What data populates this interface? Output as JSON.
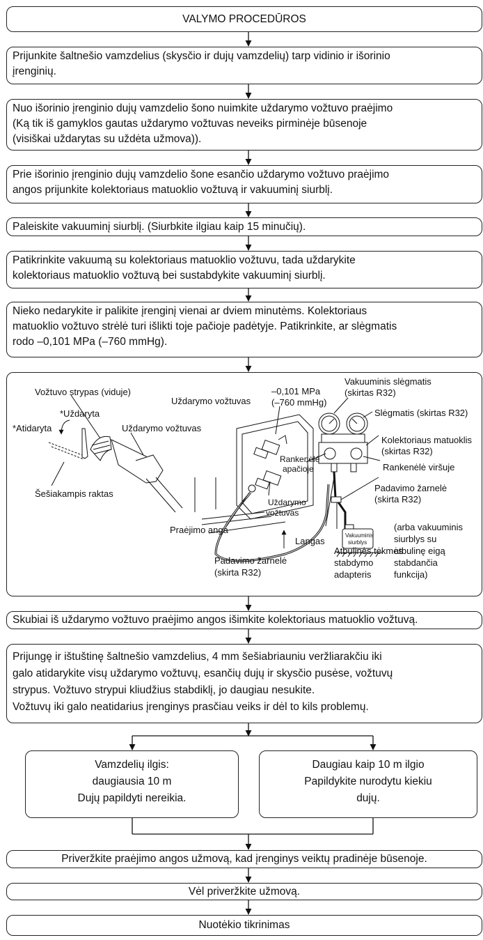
{
  "title": "VALYMO PROCEDŪROS",
  "steps": [
    [
      "Prijunkite šaltnešio vamzdelius (skysčio ir dujų vamzdelių) tarp vidinio ir išorinio",
      "įrenginių."
    ],
    [
      "Nuo išorinio įrenginio dujų vamzdelio šono nuimkite uždarymo vožtuvo praėjimo",
      "(Ką tik iš gamyklos gautas uždarymo vožtuvas neveiks pirminėje būsenoje",
      "(visiškai uždarytas su uždėta užmova))."
    ],
    [
      "Prie išorinio įrenginio dujų vamzdelio šone esančio uždarymo vožtuvo praėjimo",
      "angos prijunkite kolektoriaus matuoklio vožtuvą ir vakuuminį siurblį."
    ],
    [
      "Paleiskite vakuuminį siurblį. (Siurbkite ilgiau kaip 15 minučių)."
    ],
    [
      "Patikrinkite vakuumą su kolektoriaus matuoklio vožtuvu, tada uždarykite",
      "kolektoriaus matuoklio vožtuvą bei sustabdykite vakuuminį siurblį."
    ],
    [
      "Nieko nedarykite ir palikite įrenginį vienai ar dviem minutėms. Kolektoriaus",
      "matuoklio vožtuvo strėlė turi išlikti toje pačioje padėtyje. Patikrinkite, ar slėgmatis",
      "rodo –0,101 MPa (–760 mmHg)."
    ]
  ],
  "figure": {
    "valve_stem": "Vožtuvo strypas (viduje)",
    "closed": "*Uždaryta",
    "opened": "*Atidaryta",
    "shutoff_valve": "Uždarymo vožtuvas",
    "hex_wrench": "Šešiakampis raktas",
    "shutoff_valve_top": "Uždarymo vožtuvas",
    "pressure_value": "–0,101 MPa",
    "pressure_mmhg": "(–760 mmHg)",
    "vacuum_gauge": "Vakuuminis slėgmatis",
    "vacuum_gauge_sub": "(skirtas R32)",
    "gauge": "Slėgmatis (skirtas R32)",
    "manifold": "Kolektoriaus matuoklis",
    "manifold_sub": "(skirtas R32)",
    "handle_low": [
      "Rankenėlė",
      "apačioje"
    ],
    "handle_high": "Rankenėlė viršuje",
    "charge_hose_right": "Padavimo žarnelė",
    "charge_hose_right_sub": "(skirta R32)",
    "shutoff_valve_small": [
      "Uždarymo",
      "vožtuvas"
    ],
    "pump_text": [
      "Vakuuminis",
      "siurblys"
    ],
    "pump_alt": [
      "(arba vakuuminis",
      "siurblys su",
      "atbulinę eigą",
      "stabdančia",
      "funkcija)"
    ],
    "service_port": "Praėjimo anga",
    "window": "Langas",
    "check_valve_adapter": [
      "Atbulinės tėkmės",
      "stabdymo",
      "adapteris"
    ],
    "charge_hose_bottom": [
      "Padavimo žarnelė",
      "(skirta R32)"
    ]
  },
  "steps_after": [
    [
      "Skubiai iš uždarymo vožtuvo praėjimo angos išimkite kolektoriaus matuoklio vožtuvą."
    ],
    [
      "Prijungę ir ištuštinę šaltnešio vamzdelius, 4 mm šešiabriauniu veržliarakčiu iki",
      "galo atidarykite visų uždarymo vožtuvų, esančių dujų ir skysčio pusėse, vožtuvų",
      "strypus. Vožtuvo strypui kliudžius stabdiklį, jo daugiau nesukite.",
      "Vožtuvų iki galo neatidarius įrenginys prasčiau veiks ir dėl to kils problemų."
    ]
  ],
  "branches": [
    [
      "Vamzdelių ilgis:",
      "daugiausia 10 m",
      "Dujų papildyti nereikia."
    ],
    [
      "Daugiau kaip 10 m ilgio",
      "Papildykite nurodytu kiekiu",
      "dujų."
    ]
  ],
  "final_steps": [
    "Priveržkite praėjimo angos užmovą, kad įrenginys veiktų pradinėje būsenoje.",
    "Vėl priveržkite užmovą.",
    "Nuotėkio tikrinimas"
  ]
}
